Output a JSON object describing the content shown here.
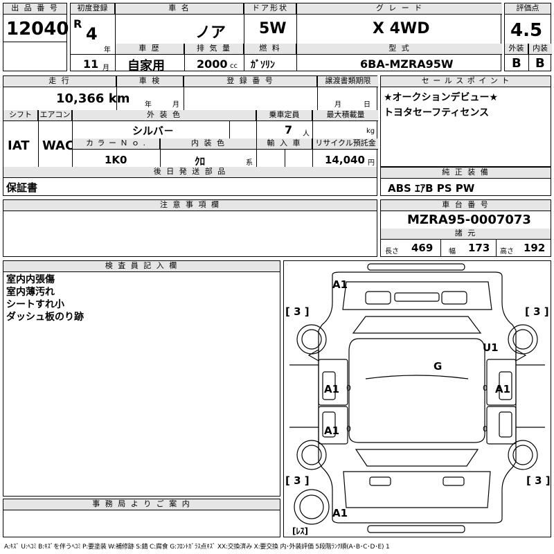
{
  "lot": {
    "label": "出 品 番 号",
    "value": "12040"
  },
  "first_reg": {
    "label": "初度登録",
    "era": "R",
    "year": "4",
    "year_unit": "年",
    "month": "11",
    "month_unit": "月"
  },
  "car_name": {
    "label": "車 名",
    "value": "ノア"
  },
  "door": {
    "label": "ドア形状",
    "value": "5W"
  },
  "grade": {
    "label": "グ レ ー ド",
    "value": "X 4WD"
  },
  "score": {
    "label": "評価点",
    "value": "4.5",
    "ext_label": "外装",
    "int_label": "内装",
    "ext": "B",
    "int": "B"
  },
  "history": {
    "label": "車 歴",
    "value": "自家用"
  },
  "displacement": {
    "label": "排 気 量",
    "value": "2000",
    "unit": "cc"
  },
  "fuel": {
    "label": "燃 料",
    "value": "ｶﾞｿﾘﾝ"
  },
  "model": {
    "label": "型 式",
    "value": "6BA-MZRA95W"
  },
  "mileage": {
    "label": "走 行",
    "value": "10,366 km"
  },
  "inspection": {
    "label": "車 検",
    "year_unit": "年",
    "month_unit": "月"
  },
  "reg_no": {
    "label": "登 録 番 号"
  },
  "transfer": {
    "label": "譲渡書類期限",
    "month_unit": "月",
    "day_unit": "日"
  },
  "sales_point": {
    "label": "セ ー ル ス ポ イ ン ト",
    "lines": [
      "★オークションデビュー★",
      "トヨタセーフティセンス"
    ]
  },
  "shift": {
    "label": "シフト",
    "value": "IAT"
  },
  "aircon": {
    "label": "エアコン",
    "value": "WAC"
  },
  "ext_color": {
    "label": "外 装 色",
    "value": "シルバ－"
  },
  "capacity": {
    "label": "乗車定員",
    "value": "7",
    "unit": "人"
  },
  "max_load": {
    "label": "最大積載量",
    "unit": "kg"
  },
  "color_no": {
    "label": "カ ラ ー Ｎ ｏ .",
    "value": "1K0"
  },
  "int_color": {
    "label": "内 装 色",
    "value": "ｸﾛ",
    "suffix": "系"
  },
  "import": {
    "label": "輸 入 車"
  },
  "recycle": {
    "label": "リサイクル預託金",
    "value": "14,040",
    "unit": "円"
  },
  "later_parts": {
    "label": "後 日 発 送 部 品",
    "value": "保証書"
  },
  "equipment": {
    "label": "純 正 装 備",
    "value": "ABS ｴｱB PS PW"
  },
  "caution": {
    "label": "注 意 事 項 欄"
  },
  "chassis": {
    "label": "車 台 番 号",
    "value": "MZRA95-0007073"
  },
  "specs": {
    "label": "諸 元",
    "length_label": "長さ",
    "length": "469",
    "width_label": "幅",
    "width": "173",
    "height_label": "高さ",
    "height": "192"
  },
  "inspector": {
    "label": "検 査 員 記 入 欄",
    "notes": [
      "室内内張傷",
      "室内薄汚れ",
      "シートすれ小",
      "ダッシュ板のり跡"
    ]
  },
  "office": {
    "label": "事 務 局 よ り ご 案 内"
  },
  "diagram": {
    "marks": [
      "A1",
      "U1",
      "G",
      "A1",
      "A1",
      "A1",
      "A1"
    ],
    "tire_marks": [
      "[ 3 ]",
      "[ 3 ]",
      "[ 3 ]",
      "[ 3 ]",
      "[ﾚｽ]"
    ],
    "zeros": [
      "0",
      "0",
      "0",
      "0"
    ]
  },
  "legend": "A:ｷｽﾞ U:ﾍｺﾐ B:ｷｽﾞを伴うﾍｺﾐ P:要塗装 W:補修跡 S:錆 C:腐食 G:ﾌﾛﾝﾄｶﾞﾗｽ点ｷｽﾞ XX:交換済み X:要交換 内･外装評価 5段階ﾗﾝｸ順(A･B･C･D･E) 1"
}
